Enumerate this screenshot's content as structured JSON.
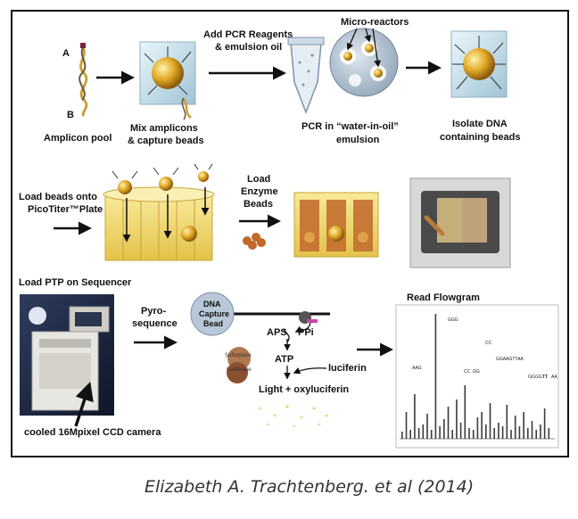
{
  "stage1": {
    "strand_a": "A",
    "strand_b": "B",
    "amplicon_pool": "Amplicon pool",
    "mix_line1": "Mix amplicons",
    "mix_line2": "& capture beads",
    "reagents_line1": "Add PCR Reagents",
    "reagents_line2": "& emulsion oil",
    "microreactors": "Micro-reactors",
    "pcr_line1": "PCR in “water-in-oil”",
    "pcr_line2": "emulsion",
    "isolate_line1": "Isolate DNA",
    "isolate_line2": "containing beads"
  },
  "stage2": {
    "load_line1": "Load beads onto",
    "load_line2": "PicoTiter™Plate",
    "enzyme_line1": "Load",
    "enzyme_line2": "Enzyme",
    "enzyme_line3": "Beads"
  },
  "stage3": {
    "load_ptp": "Load PTP on Sequencer",
    "pyro_line1": "Pyro-",
    "pyro_line2": "sequence",
    "bead_line1": "DNA",
    "bead_line2": "Capture",
    "bead_line3": "Bead",
    "sulfurylase": "Sulfurylase",
    "luciferase": "Luciferase",
    "aps": "APS",
    "ppi": "PPi",
    "atp": "ATP",
    "luciferin": "luciferin",
    "light": "Light + oxyluciferin",
    "camera": "cooled 16Mpixel CCD camera",
    "flowgram_title": "Read Flowgram",
    "flowgram_peaks": [
      "AAG",
      "GGG",
      "CC",
      "GG",
      "CC",
      "GGAAGTTAA",
      "GG",
      "GGTT",
      "TT",
      "AA"
    ]
  },
  "caption": "Elizabeth A. Trachtenberg. et al (2014)",
  "colors": {
    "frame": "#111111",
    "bead_gold": "#d9a21e",
    "plate_yellow": "#f3df7a",
    "enzyme_brown": "#c0692c",
    "sulfurylase_brown": "#a0603a",
    "droplet_grey": "#9fb2c4"
  }
}
